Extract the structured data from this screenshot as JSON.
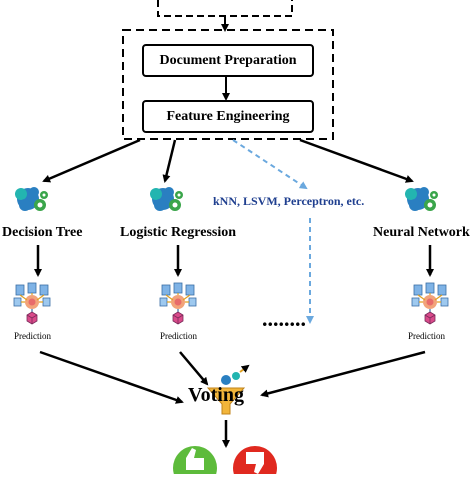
{
  "pipeline": {
    "doc_prep_label": "Document Preparation",
    "feature_eng_label": "Feature Engineering"
  },
  "models": [
    {
      "label": "Decision Tree",
      "prediction": "Prediction"
    },
    {
      "label": "Logistic Regression",
      "prediction": "Prediction"
    },
    {
      "label": "kNN, LSVM, Perceptron,  etc.",
      "prediction": "........"
    },
    {
      "label": "Neural Network",
      "prediction": "Prediction"
    }
  ],
  "voting_label": "Voting",
  "colors": {
    "ink": "#000000",
    "dashed_blue": "#6aa8de",
    "other_models_text": "#1f3f8f",
    "thumb_up": "#5dbb3b",
    "thumb_down": "#e0291f",
    "brain_blue": "#2a7fc1",
    "brain_teal": "#23b5b0",
    "gear_green": "#3aa54a"
  }
}
